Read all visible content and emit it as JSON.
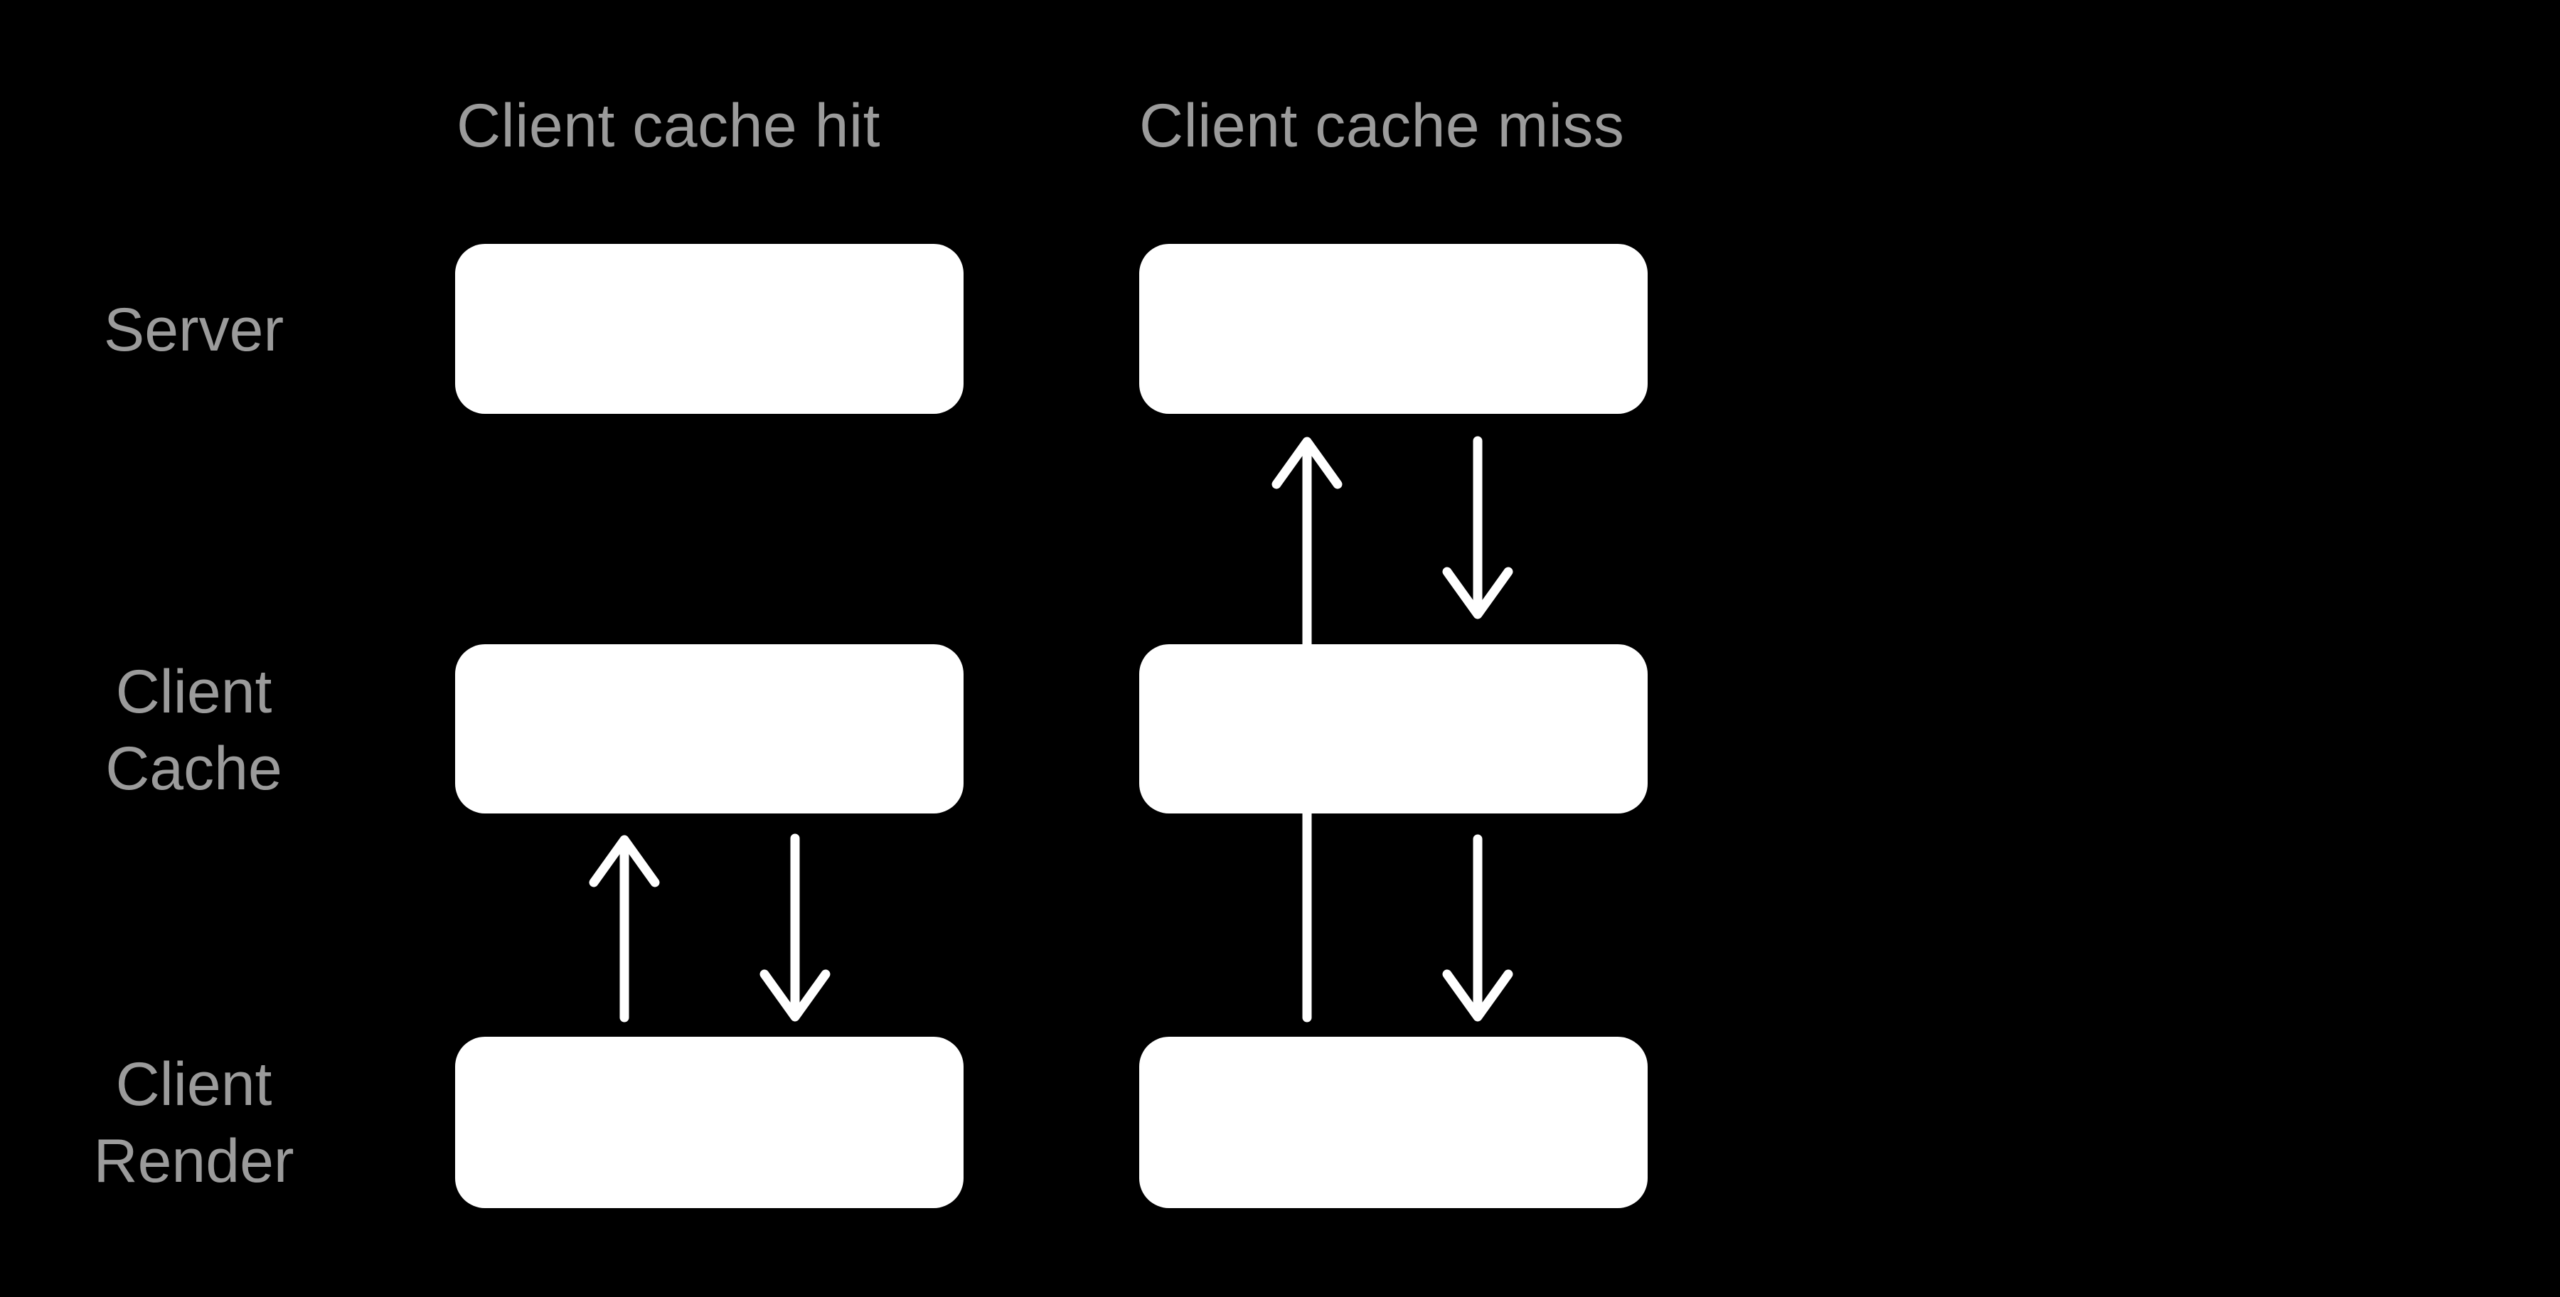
{
  "diagram": {
    "background_color": "#000000",
    "box_color": "#ffffff",
    "arrow_color": "#ffffff",
    "text_color": "#9b9b9b",
    "columns": [
      {
        "id": "client-cache-hit",
        "title": "Client cache hit"
      },
      {
        "id": "client-cache-miss",
        "title": "Client cache miss"
      }
    ],
    "rows": [
      {
        "id": "server",
        "lines": [
          "Server"
        ]
      },
      {
        "id": "client-cache",
        "lines": [
          "Client",
          "Cache"
        ]
      },
      {
        "id": "client-render",
        "lines": [
          "Client",
          "Render"
        ]
      }
    ],
    "connections": [
      {
        "column": "client-cache-hit",
        "from": "client-render",
        "to": "client-cache",
        "direction": "up"
      },
      {
        "column": "client-cache-hit",
        "from": "client-cache",
        "to": "client-render",
        "direction": "down"
      },
      {
        "column": "client-cache-miss",
        "from": "client-render",
        "to": "server",
        "direction": "up"
      },
      {
        "column": "client-cache-miss",
        "from": "server",
        "to": "client-cache",
        "direction": "down"
      },
      {
        "column": "client-cache-miss",
        "from": "client-cache",
        "to": "client-render",
        "direction": "down"
      }
    ]
  }
}
